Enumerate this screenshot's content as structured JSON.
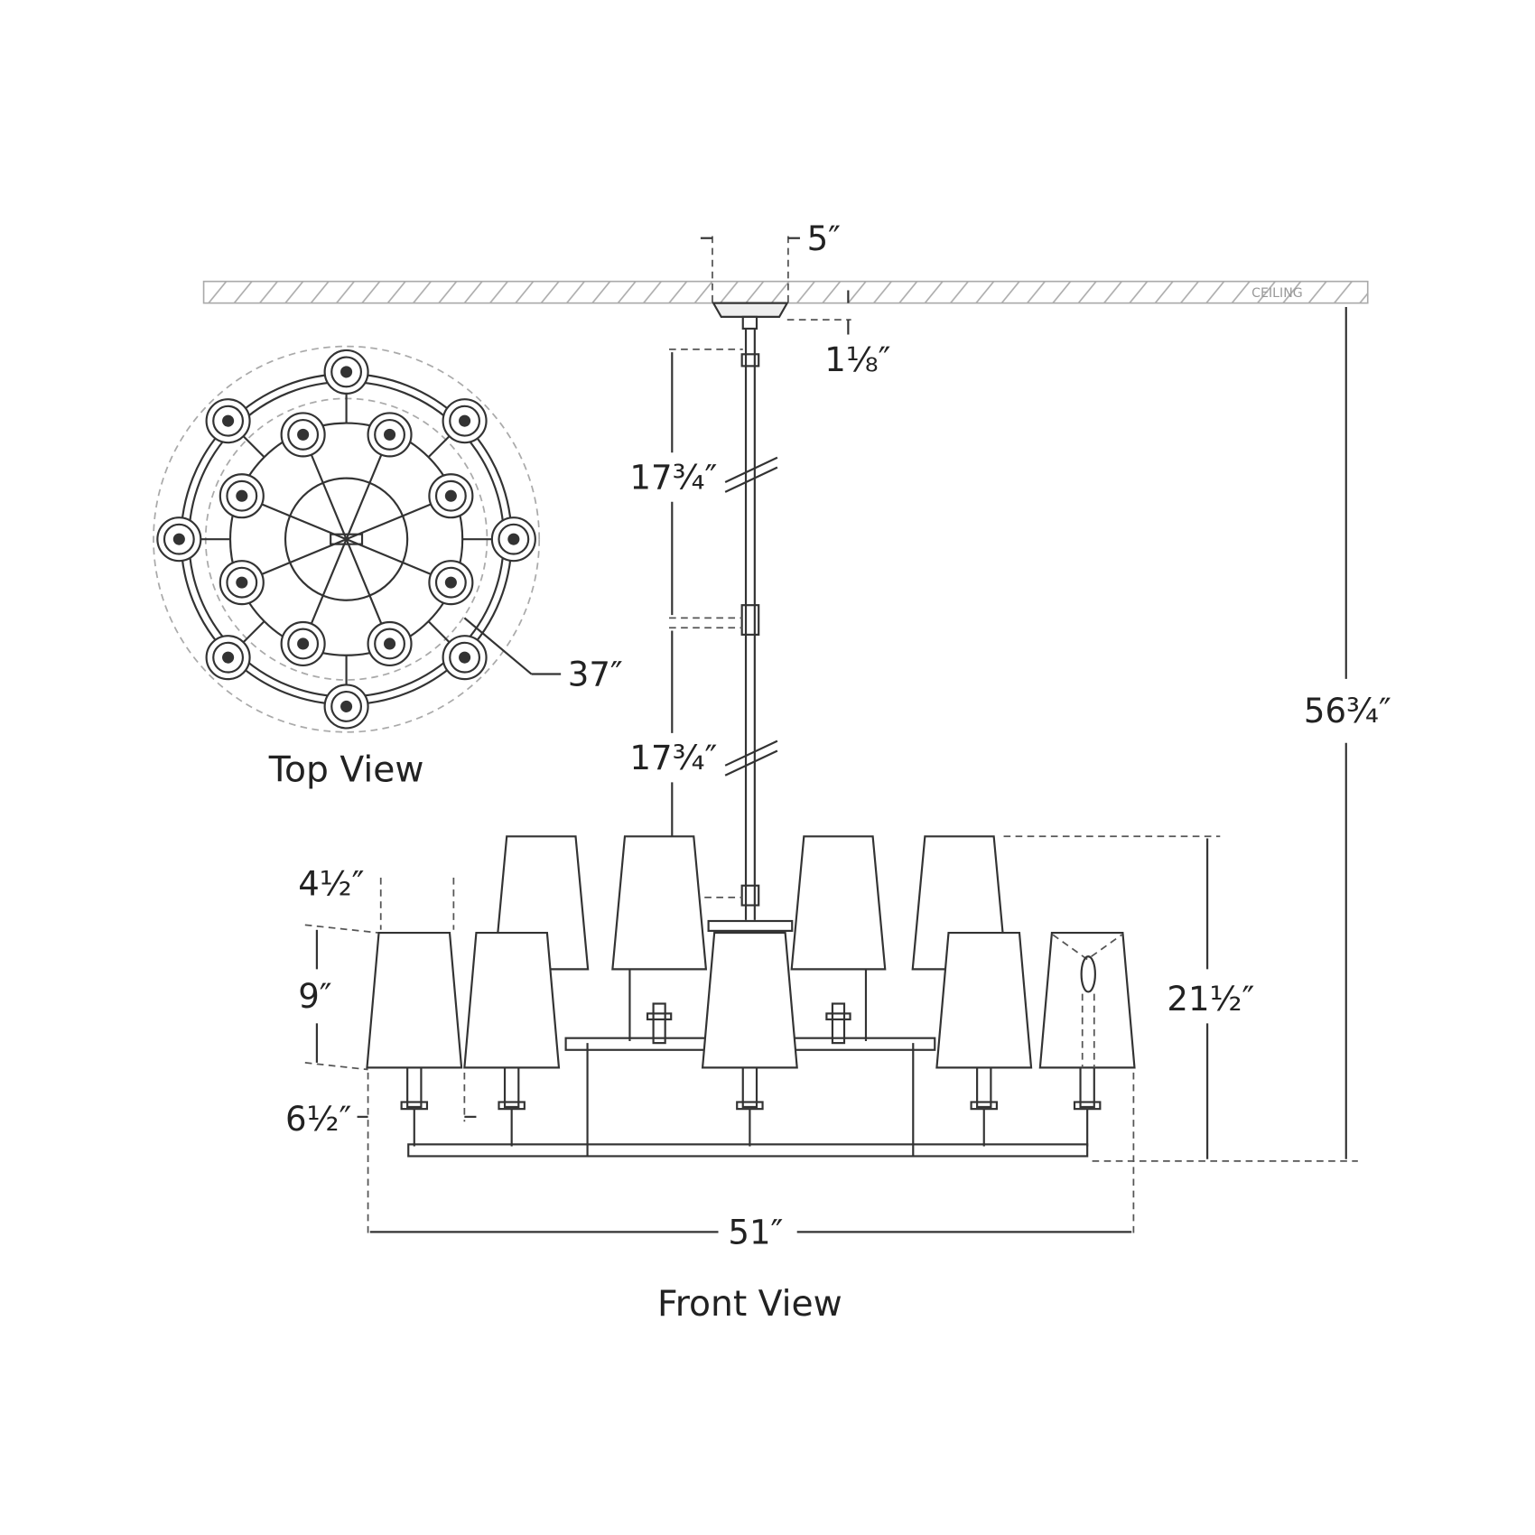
{
  "ceiling_label": "CEILING",
  "views": {
    "top": "Top View",
    "front": "Front View"
  },
  "dimensions": {
    "canopy_width": "5″",
    "canopy_height": "1⅛″",
    "rod_upper": "17¾″",
    "rod_lower": "17¾″",
    "overall_height": "56¾″",
    "fixture_height": "21½″",
    "shade_top_width": "4½″",
    "shade_height": "9″",
    "shade_bottom_offset": "6½″",
    "overall_width": "51″",
    "top_diameter": "37″"
  }
}
